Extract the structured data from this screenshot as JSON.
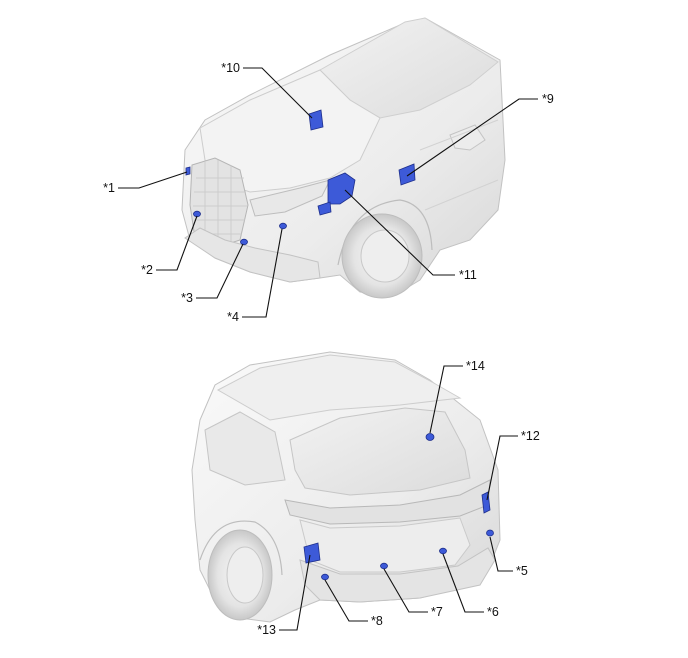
{
  "colors": {
    "component": "#3d5ad8",
    "component_edge": "#1e2f8c",
    "body_light": "#f4f4f4",
    "body_mid": "#e2e2e2",
    "body_dark": "#c4c4c4",
    "outline": "#b8b8b8",
    "ink": "#111111"
  },
  "callouts": {
    "c1": "*1",
    "c2": "*2",
    "c3": "*3",
    "c4": "*4",
    "c5": "*5",
    "c6": "*6",
    "c7": "*7",
    "c8": "*8",
    "c9": "*9",
    "c10": "*10",
    "c11": "*11",
    "c12": "*12",
    "c13": "*13",
    "c14": "*14"
  }
}
